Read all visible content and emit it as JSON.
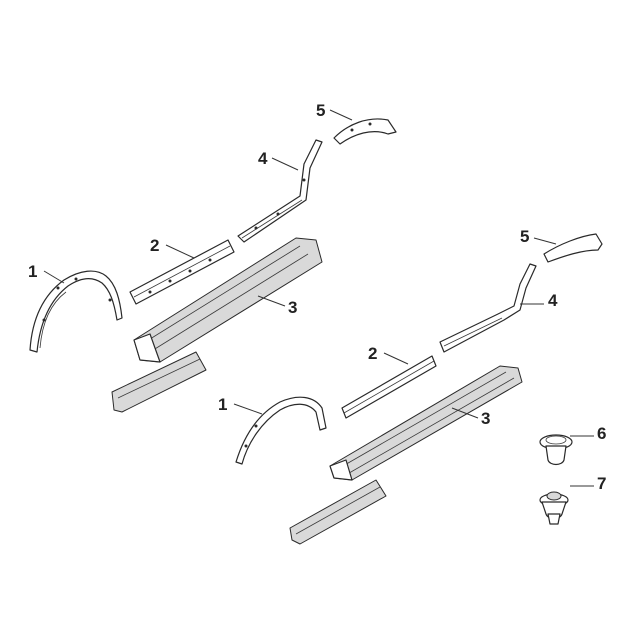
{
  "callouts": {
    "left_wheel_arch_rear": "1",
    "left_sill_trim": "2",
    "left_sill_panel": "3",
    "left_wheel_arch_front": "4",
    "left_arch_extension": "5",
    "right_wheel_arch_rear": "1",
    "right_sill_trim": "2",
    "right_sill_panel": "3",
    "right_wheel_arch_front": "4",
    "right_arch_extension": "5",
    "push_clip": "6",
    "screw_clip": "7"
  }
}
